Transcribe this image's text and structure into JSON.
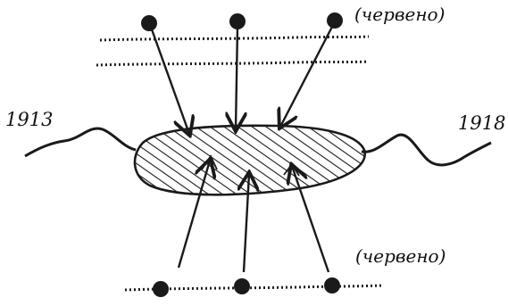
{
  "labels": {
    "year_start": "1913",
    "year_end": "1918",
    "note_top": "(червено)",
    "note_bottom": "(червено)"
  },
  "colors": {
    "ink": "#1a1a1a",
    "paper": "#ffffff"
  }
}
